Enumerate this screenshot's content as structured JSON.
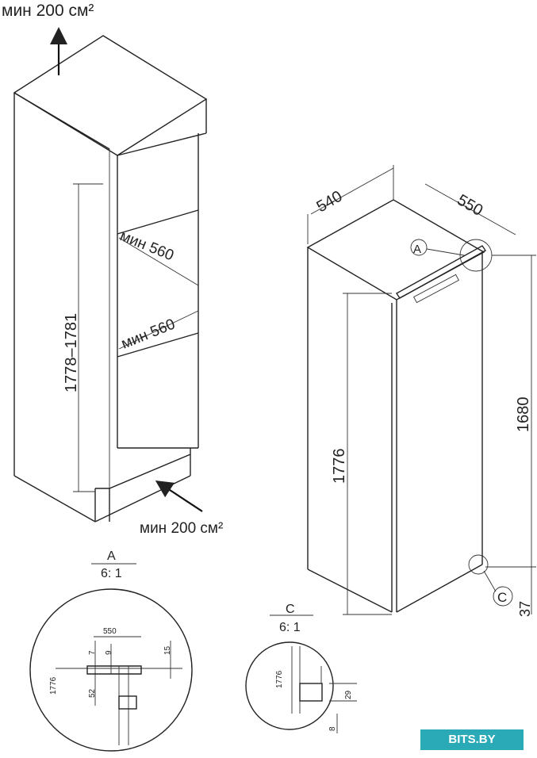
{
  "labels": {
    "vent_top": "мин 200 см²",
    "vent_bottom": "мин 200 см²",
    "niche_height": "1778–1781",
    "niche_width_1": "мин 560",
    "niche_width_2": "мин 560",
    "unit_width": "540",
    "unit_depth": "550",
    "unit_height": "1776",
    "door_height": "1680",
    "bottom_gap": "37",
    "callout_a": "A",
    "callout_c": "C"
  },
  "detail_a": {
    "title": "A",
    "scale": "6: 1",
    "dim_550": "550",
    "dim_7": "7",
    "dim_9": "9",
    "dim_15": "15",
    "dim_1776": "1776",
    "dim_52": "52"
  },
  "detail_c": {
    "title": "C",
    "scale": "6: 1",
    "dim_1776": "1776",
    "dim_29": "29",
    "dim_8": "8"
  },
  "watermark": "BITS.BY"
}
